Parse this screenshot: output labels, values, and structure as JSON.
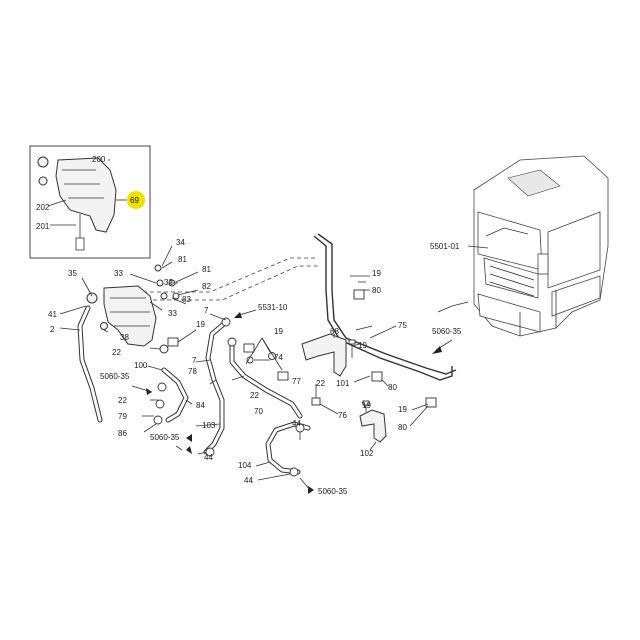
{
  "highlight_color": "#f0e000",
  "labels": {
    "l200": "200",
    "l202": "202",
    "l201": "201",
    "l69": "69",
    "l34": "34",
    "l81a": "81",
    "l33a": "33",
    "l32": "32",
    "l81b": "81",
    "l83": "83",
    "l82": "82",
    "l35": "35",
    "l41": "41",
    "l2": "2",
    "l38": "38",
    "l33b": "33",
    "l22a": "22",
    "l19a": "19",
    "l7a": "7",
    "l5531": "5531-10",
    "l5060a": "5060-35",
    "l100": "100",
    "l22b": "22",
    "l79": "79",
    "l86": "86",
    "l5060b": "5060-35",
    "l78": "78",
    "l84": "84",
    "l103": "103",
    "l44a": "44",
    "l7b": "7",
    "l74": "74",
    "l19b": "19",
    "l22c": "22",
    "l70": "70",
    "l77": "77",
    "l22d": "22",
    "l76": "76",
    "l44b": "44",
    "l104": "104",
    "l44c": "44",
    "l5060c": "5060-35",
    "l68": "68",
    "l19c": "19",
    "l80a": "80",
    "l75": "75",
    "l19d": "19",
    "l101": "101",
    "l80b": "80",
    "l5060d": "5060-35",
    "l19e": "19",
    "l80c": "80",
    "l19f": "19",
    "l102": "102",
    "l5501": "5501-01"
  }
}
